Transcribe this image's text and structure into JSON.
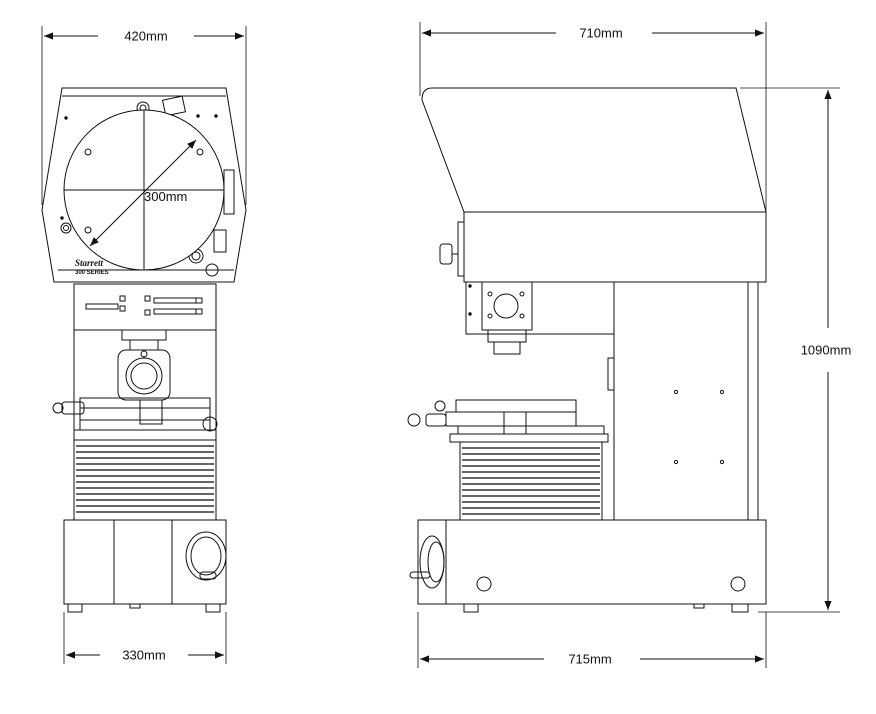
{
  "dimensions": {
    "front_width": "420mm",
    "screen_diameter": "300mm",
    "front_base_width": "330mm",
    "side_depth_top": "710mm",
    "side_height": "1090mm",
    "side_base_depth": "715mm"
  },
  "branding": {
    "brand_name": "Starrett",
    "series_name": "300 SERIES"
  },
  "colors": {
    "line": "#111111",
    "bellows": "#333333",
    "background": "#ffffff"
  }
}
